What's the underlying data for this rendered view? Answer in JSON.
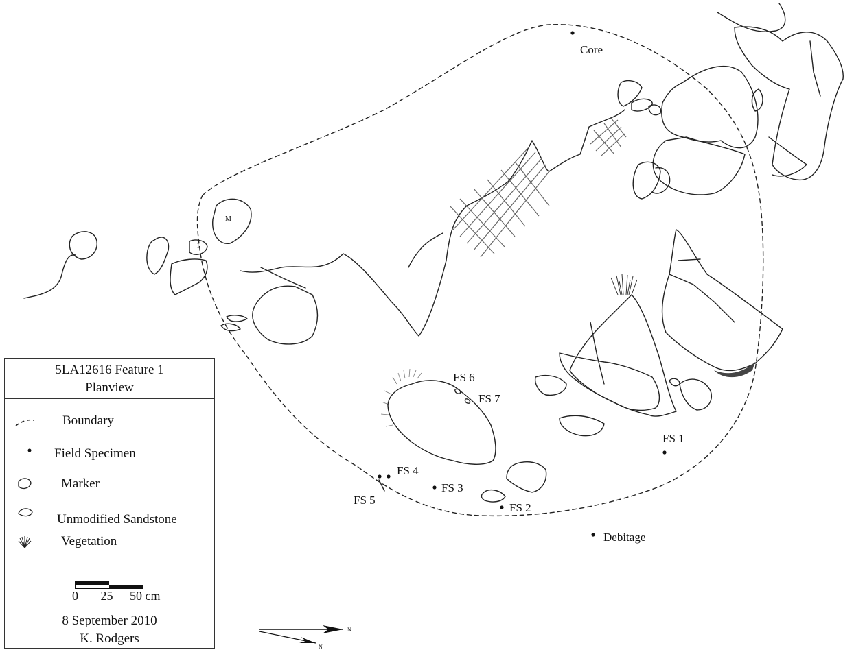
{
  "labels": {
    "core": "Core",
    "marker": "M",
    "marker_i": "I",
    "fs1": "FS 1",
    "fs2": "FS 2",
    "fs3": "FS 3",
    "fs4": "FS 4",
    "fs5": "FS 5",
    "fs6": "FS 6",
    "fs7": "FS 7",
    "debitage": "Debitage"
  },
  "legend": {
    "title_line1": "5LA12616 Feature 1",
    "title_line2": "Planview",
    "items": [
      {
        "label": "Boundary",
        "icon": "dashed-line-icon"
      },
      {
        "label": "Field Specimen",
        "icon": "dot-icon"
      },
      {
        "label": "Marker",
        "icon": "marker-outline-icon"
      },
      {
        "label": "Unmodified Sandstone",
        "icon": "sandstone-outline-icon"
      },
      {
        "label": "Vegetation",
        "icon": "vegetation-tuft-icon"
      }
    ],
    "scale": {
      "tick0": "0",
      "tick1": "25",
      "tick2": "50 cm"
    },
    "date": "8 September 2010",
    "author": "K. Rodgers"
  },
  "north_arrow": {
    "true_north": "N",
    "magnetic_north": "N"
  },
  "colors": {
    "line": "#222222",
    "hatch": "#666666",
    "background": "#ffffff"
  }
}
